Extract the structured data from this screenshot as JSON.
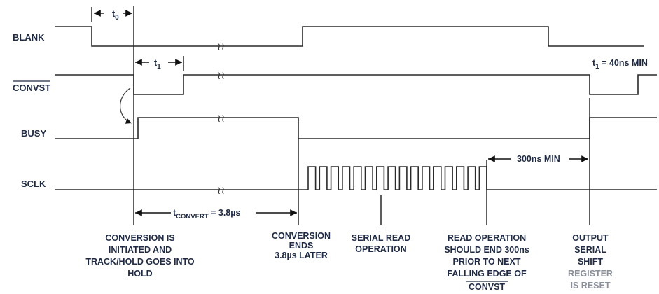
{
  "signals": {
    "blank": "BLANK",
    "convst": "CONVST",
    "busy": "BUSY",
    "sclk": "SCLK"
  },
  "timing": {
    "t0_main": "t",
    "t0_sub": "0",
    "t1_main": "t",
    "t1_sub": "1",
    "t1_spec_main": "t",
    "t1_spec_sub": "1",
    "t1_spec_rest": " = 40ns MIN",
    "tconvert_main": "t",
    "tconvert_sub": "CONVERT",
    "tconvert_rest": " = 3.8µs",
    "min300": "300ns MIN"
  },
  "sclk_pulse_count": 16,
  "notes": {
    "conversion_start": [
      "CONVERSION IS",
      "INITIATED AND",
      "TRACK/HOLD GOES INTO",
      "HOLD"
    ],
    "conversion_end": [
      "CONVERSION",
      "ENDS",
      "3.8µs LATER"
    ],
    "serial_read": [
      "SERIAL READ",
      "OPERATION"
    ],
    "read_end": [
      "READ OPERATION",
      "SHOULD END 300ns",
      "PRIOR TO NEXT",
      "FALLING EDGE OF"
    ],
    "read_end_signal": "CONVST",
    "shift_reset": [
      "OUTPUT",
      "SERIAL",
      "SHIFT",
      "REGISTER",
      "IS RESET"
    ]
  },
  "break_symbol": "≀≀"
}
